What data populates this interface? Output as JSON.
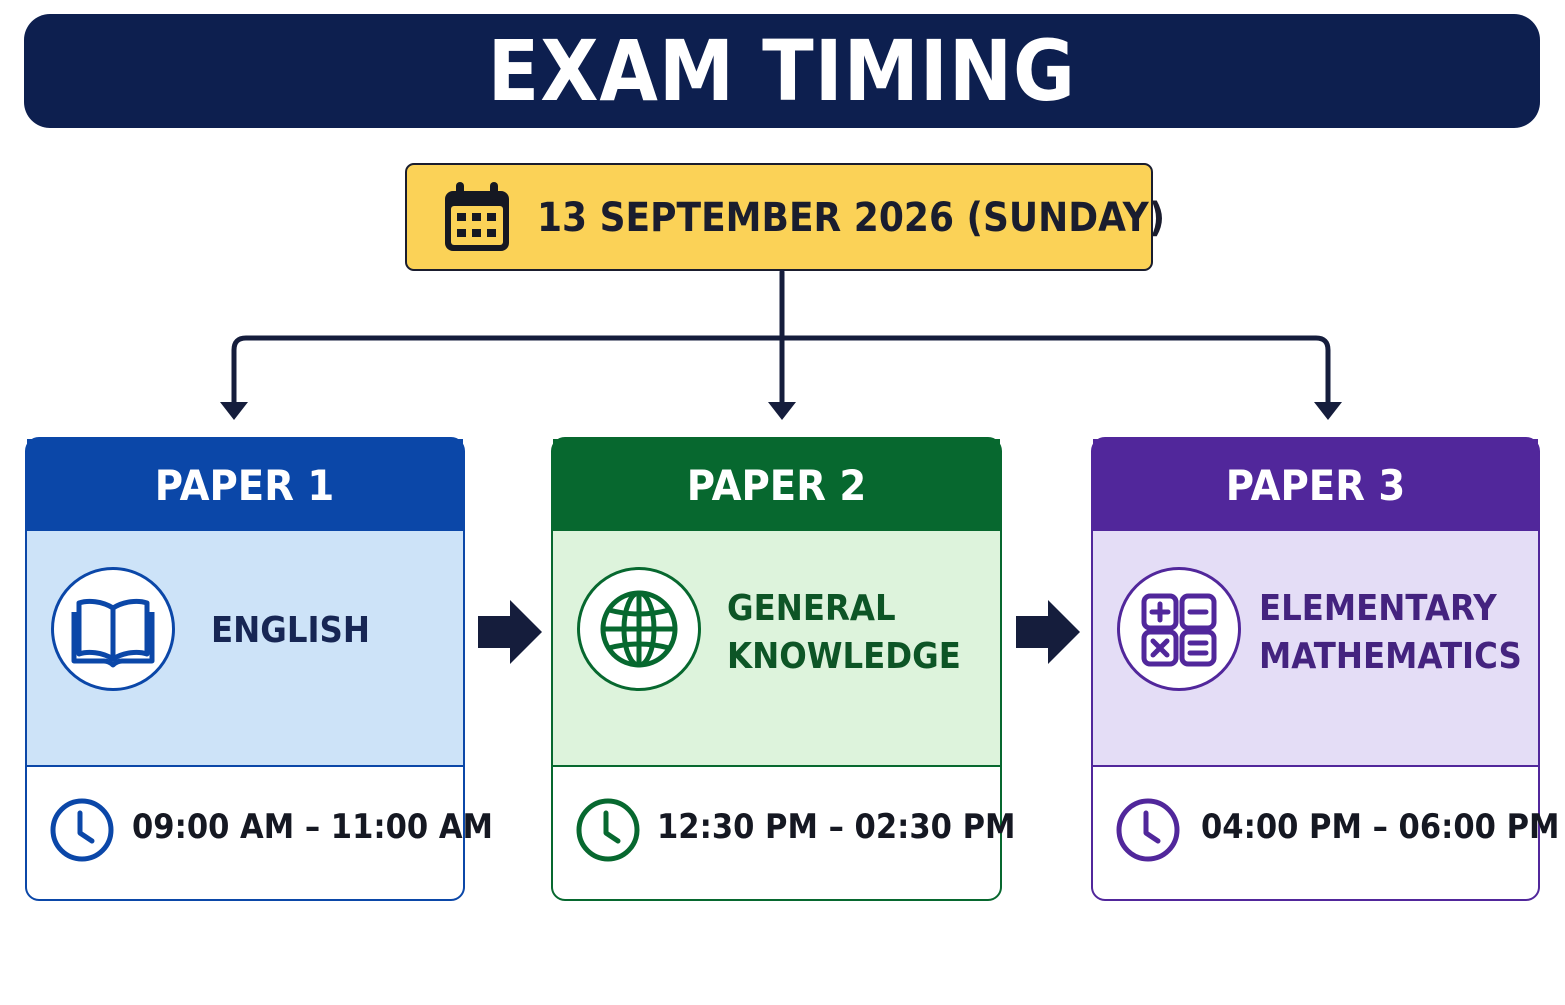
{
  "title": "EXAM TIMING",
  "date": {
    "text": "13 SEPTEMBER 2026 (SUNDAY)",
    "icon": "calendar-icon",
    "color": "#fbd257"
  },
  "papers": [
    {
      "header": "PAPER 1",
      "subject_lines": [
        "ENGLISH"
      ],
      "time": "09:00 AM – 11:00 AM",
      "icon": "open-book-icon",
      "header_color": "#0b47a8",
      "body_color": "#cde3f8",
      "text_color": "#172654"
    },
    {
      "header": "PAPER 2",
      "subject_lines": [
        "GENERAL",
        "KNOWLEDGE"
      ],
      "time": "12:30 PM – 02:30 PM",
      "icon": "globe-icon",
      "header_color": "#07682f",
      "body_color": "#ddf3dc",
      "text_color": "#0d5526"
    },
    {
      "header": "PAPER 3",
      "subject_lines": [
        "ELEMENTARY",
        "MATHEMATICS"
      ],
      "time": "04:00 PM – 06:00 PM",
      "icon": "calculator-icon",
      "header_color": "#51279b",
      "body_color": "#e4ddf6",
      "text_color": "#44237f"
    }
  ]
}
